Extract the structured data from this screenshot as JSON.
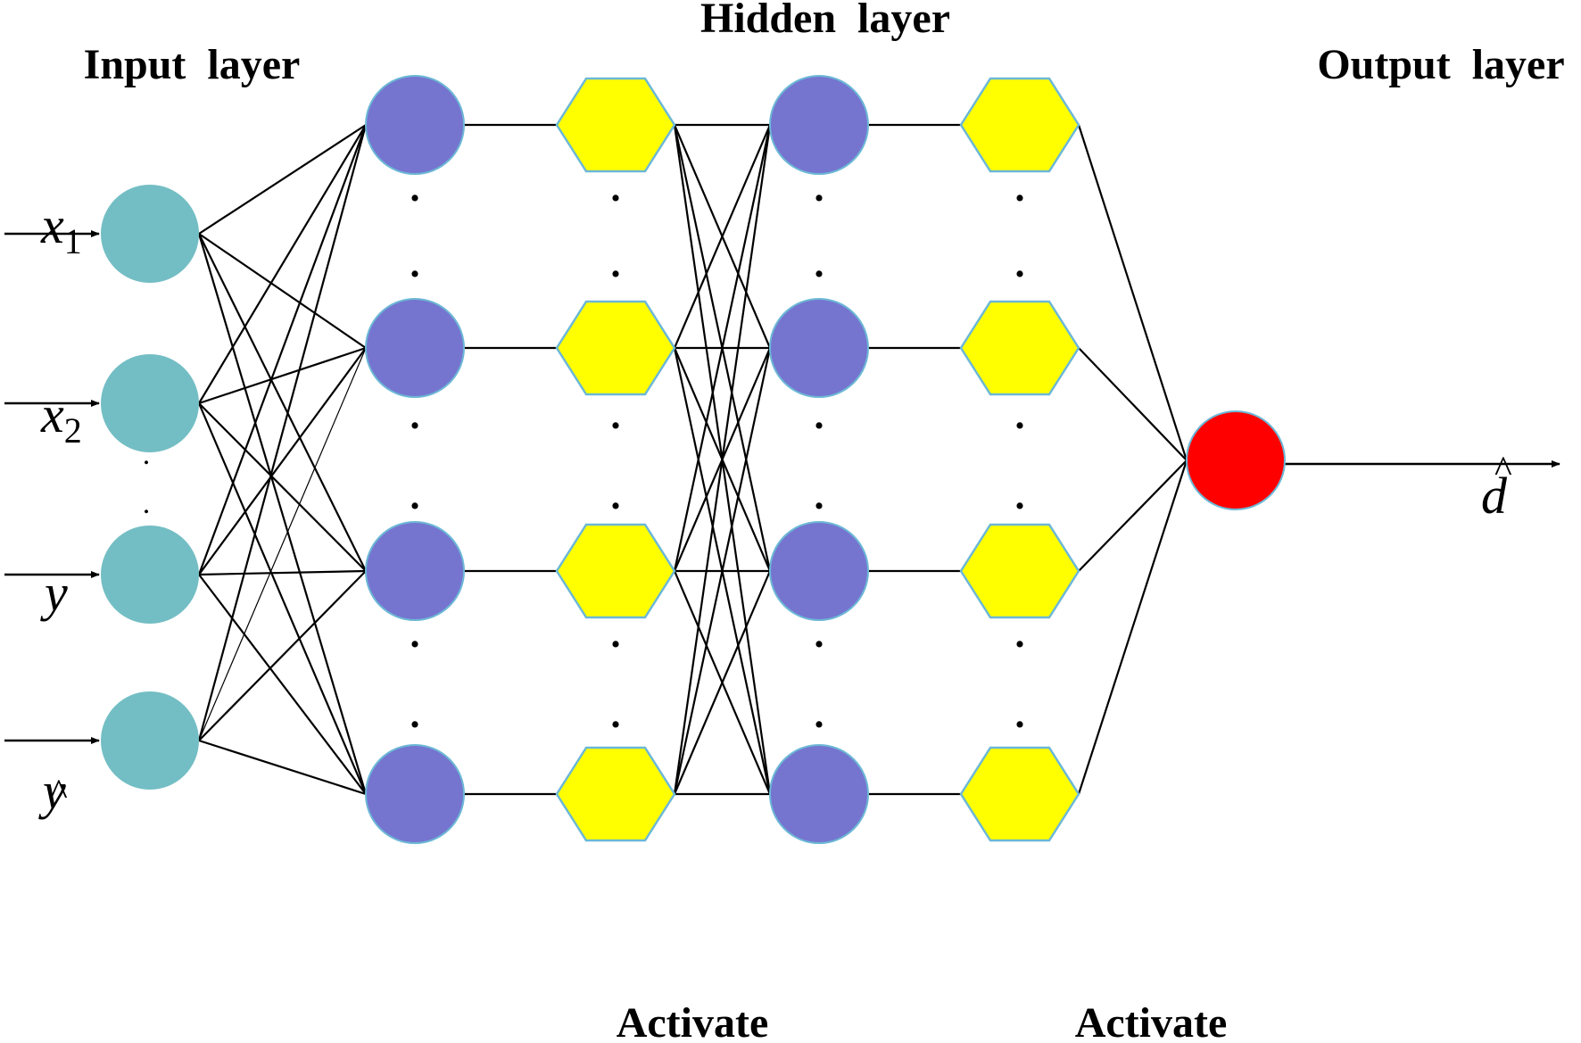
{
  "titles": {
    "input": "Input layer",
    "hidden": "Hidden layer",
    "output": "Output layer"
  },
  "activate_labels": [
    "Activate",
    "Activate"
  ],
  "inputs": [
    {
      "base": "x",
      "sub": "1",
      "hat": ""
    },
    {
      "base": "x",
      "sub": "2",
      "hat": ""
    },
    {
      "base": "y",
      "sub": "",
      "hat": ""
    },
    {
      "base": "y",
      "sub": "",
      "hat": "^"
    }
  ],
  "output": {
    "base": "d",
    "hat": "^"
  },
  "ellipsis_glyph": ".",
  "colors": {
    "input_node": "#73bec4",
    "hidden_node": "#7575cf",
    "activation": "#ffff00",
    "activation_border": "#6cb8d6",
    "output_node": "#ff0000",
    "edge": "#000000"
  },
  "icons": {
    "input_node": "circle",
    "hidden_node": "circle",
    "activation": "hexagon",
    "output_node": "circle",
    "arrow": "arrow-right"
  }
}
